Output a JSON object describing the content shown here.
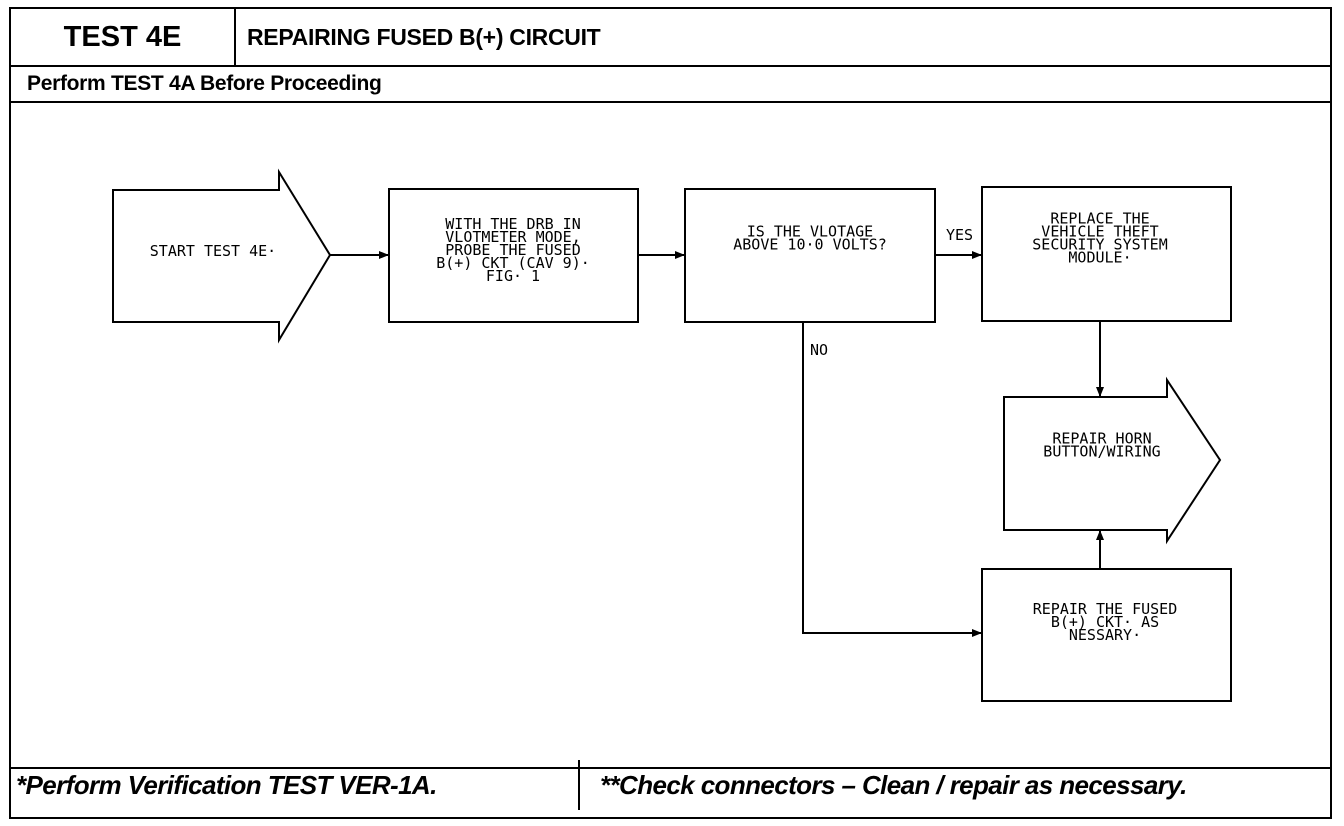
{
  "header": {
    "test_id": "TEST 4E",
    "title": "REPAIRING FUSED B(+) CIRCUIT",
    "prerequisite": "Perform TEST 4A Before Proceeding"
  },
  "footer": {
    "left": "*Perform Verification TEST VER-1A.",
    "right": "**Check connectors – Clean / repair as necessary."
  },
  "flowchart": {
    "nodes": {
      "start": {
        "lines": [
          "START TEST 4E·"
        ]
      },
      "probe": {
        "lines": [
          "WITH THE DRB IN",
          "VLOTMETER MODE,",
          "PROBE THE FUSED",
          "B(+) CKT (CAV 9)·",
          "FIG· 1"
        ]
      },
      "decision": {
        "lines": [
          "IS THE VLOTAGE",
          "ABOVE 10·0 VOLTS?"
        ]
      },
      "replace": {
        "lines": [
          "REPLACE THE",
          "VEHICLE THEFT",
          "SECURITY SYSTEM",
          "MODULE·"
        ]
      },
      "horn": {
        "lines": [
          "REPAIR HORN",
          "BUTTON/WIRING"
        ]
      },
      "fused": {
        "lines": [
          "REPAIR THE FUSED",
          "B(+) CKT· AS",
          "NESSARY·"
        ]
      }
    },
    "edge_labels": {
      "yes": "YES",
      "no": "NO"
    }
  }
}
